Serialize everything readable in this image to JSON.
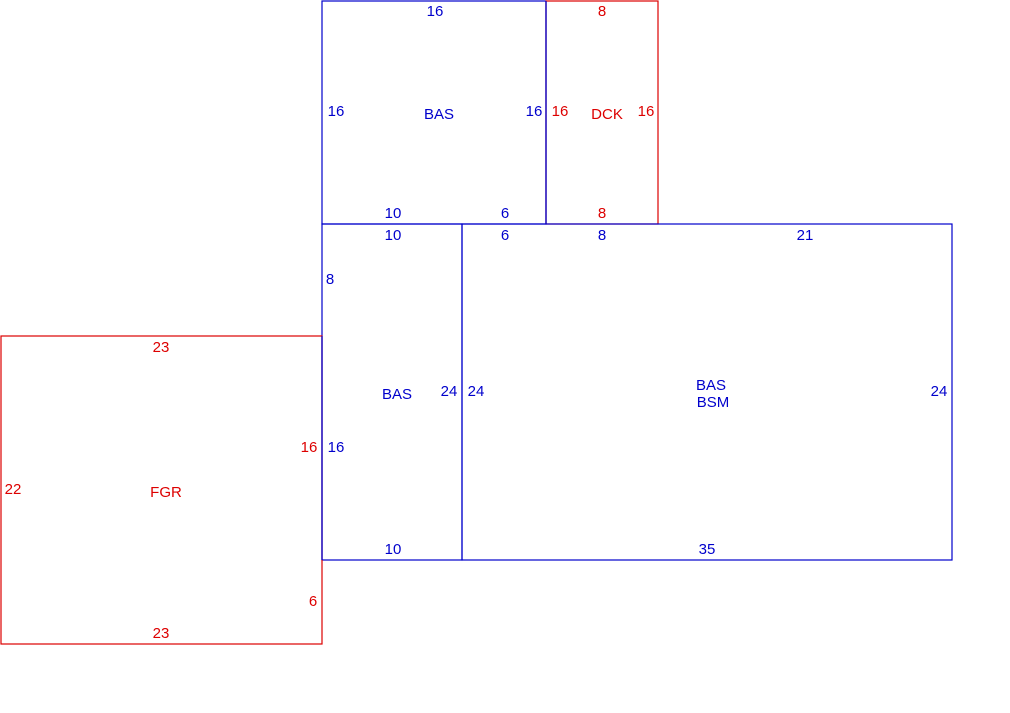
{
  "colors": {
    "living": "#0000cc",
    "other": "#dd0000"
  },
  "areas": {
    "bas_upper": {
      "label": "BAS",
      "dims": {
        "top": "16",
        "left": "16",
        "right": "16",
        "bottom_left": "10",
        "bottom_right": "6"
      }
    },
    "dck": {
      "label": "DCK",
      "dims": {
        "top": "8",
        "left": "16",
        "right": "16",
        "bottom": "8"
      }
    },
    "bas_middle": {
      "label": "BAS",
      "dims": {
        "top": "10",
        "left_upper": "8",
        "left_lower": "16",
        "right": "24",
        "bottom": "10"
      }
    },
    "bas_bsm": {
      "label_1": "BAS",
      "label_2": "BSM",
      "dims": {
        "top_a": "6",
        "top_b": "8",
        "top_c": "21",
        "left": "24",
        "right": "24",
        "bottom": "35"
      }
    },
    "fgr": {
      "label": "FGR",
      "dims": {
        "top": "23",
        "left": "22",
        "right": "16",
        "right_lower": "6",
        "bottom": "23"
      }
    }
  }
}
